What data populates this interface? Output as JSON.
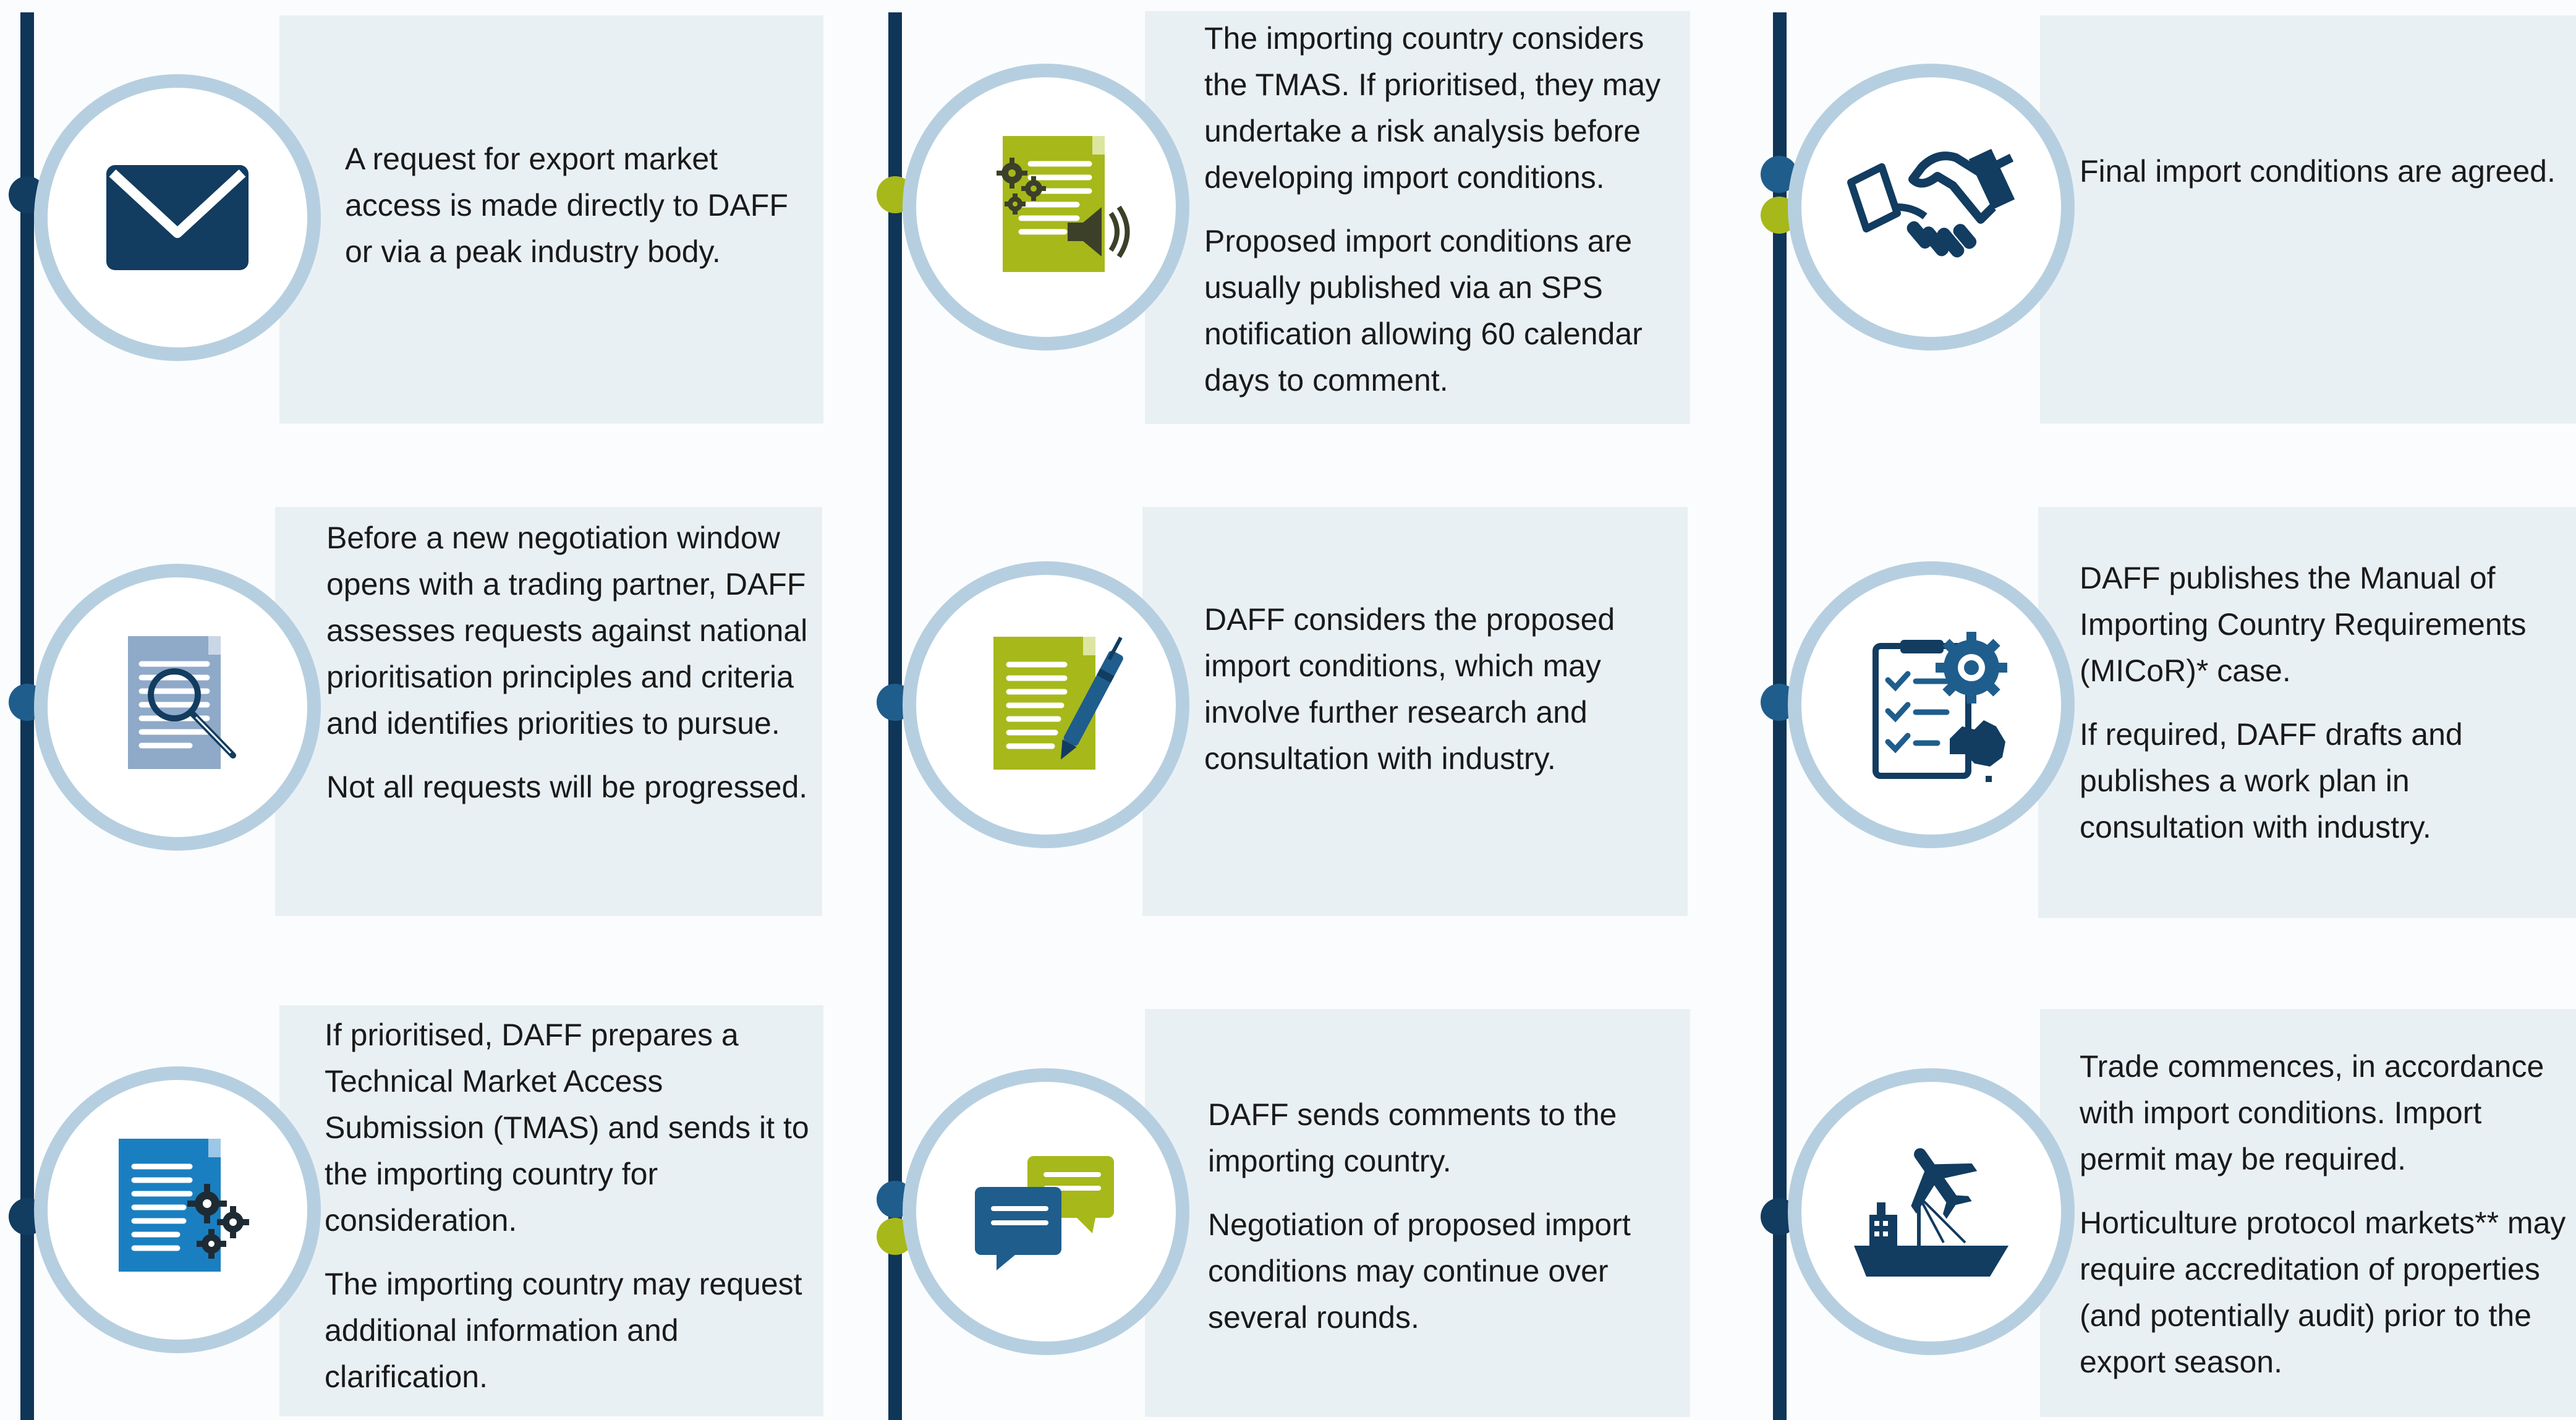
{
  "steps": {
    "s1": {
      "paragraphs": [
        "A request for export market access is made directly to DAFF or via a peak industry body."
      ],
      "icon": "envelope-icon"
    },
    "s2": {
      "paragraphs": [
        "Before a new negotiation window opens with a trading partner, DAFF assesses requests against national prioritisation principles and criteria and identifies priorities to pursue.",
        "Not all requests will be progressed."
      ],
      "icon": "document-search-icon"
    },
    "s3": {
      "paragraphs": [
        "If prioritised, DAFF prepares a Technical Market Access Submission (TMAS) and sends it to the importing country for consideration.",
        "The importing country may request additional information and clarification."
      ],
      "icon": "document-gears-icon"
    },
    "s4": {
      "paragraphs": [
        "The importing country considers the TMAS. If prioritised, they may undertake a risk analysis before developing import conditions.",
        "Proposed import conditions are usually published via an SPS notification allowing 60 calendar days to comment."
      ],
      "icon": "document-announcement-icon"
    },
    "s5": {
      "paragraphs": [
        "DAFF considers the proposed import conditions, which may involve further research and consultation with industry."
      ],
      "icon": "document-pen-icon"
    },
    "s6": {
      "paragraphs": [
        "DAFF sends comments to the importing country.",
        "Negotiation of proposed import conditions may continue over several rounds."
      ],
      "icon": "chat-bubbles-icon"
    },
    "s7": {
      "paragraphs": [
        "Final import conditions are agreed."
      ],
      "icon": "handshake-icon"
    },
    "s8": {
      "paragraphs": [
        "DAFF publishes the Manual of Importing Country Requirements (MICoR)* case.",
        "If required, DAFF drafts and publishes a work plan in consultation with industry."
      ],
      "icon": "checklist-gear-australia-icon"
    },
    "s9": {
      "paragraphs": [
        "Trade commences, in accordance with import conditions. Import permit may be required.",
        "Horticulture protocol markets** may require accreditation of properties (and potentially audit) prior to the export season."
      ],
      "icon": "ship-plane-icon"
    }
  },
  "colors": {
    "timeline": "#0f3557",
    "panel": "#e9f0f4",
    "ring": "#b6cfe0",
    "navy": "#123c60",
    "blue": "#1f5d8c",
    "lime": "#a7b81a",
    "icon_blue_gray": "#8fa9c8",
    "icon_bright_blue": "#1a7fc0"
  }
}
